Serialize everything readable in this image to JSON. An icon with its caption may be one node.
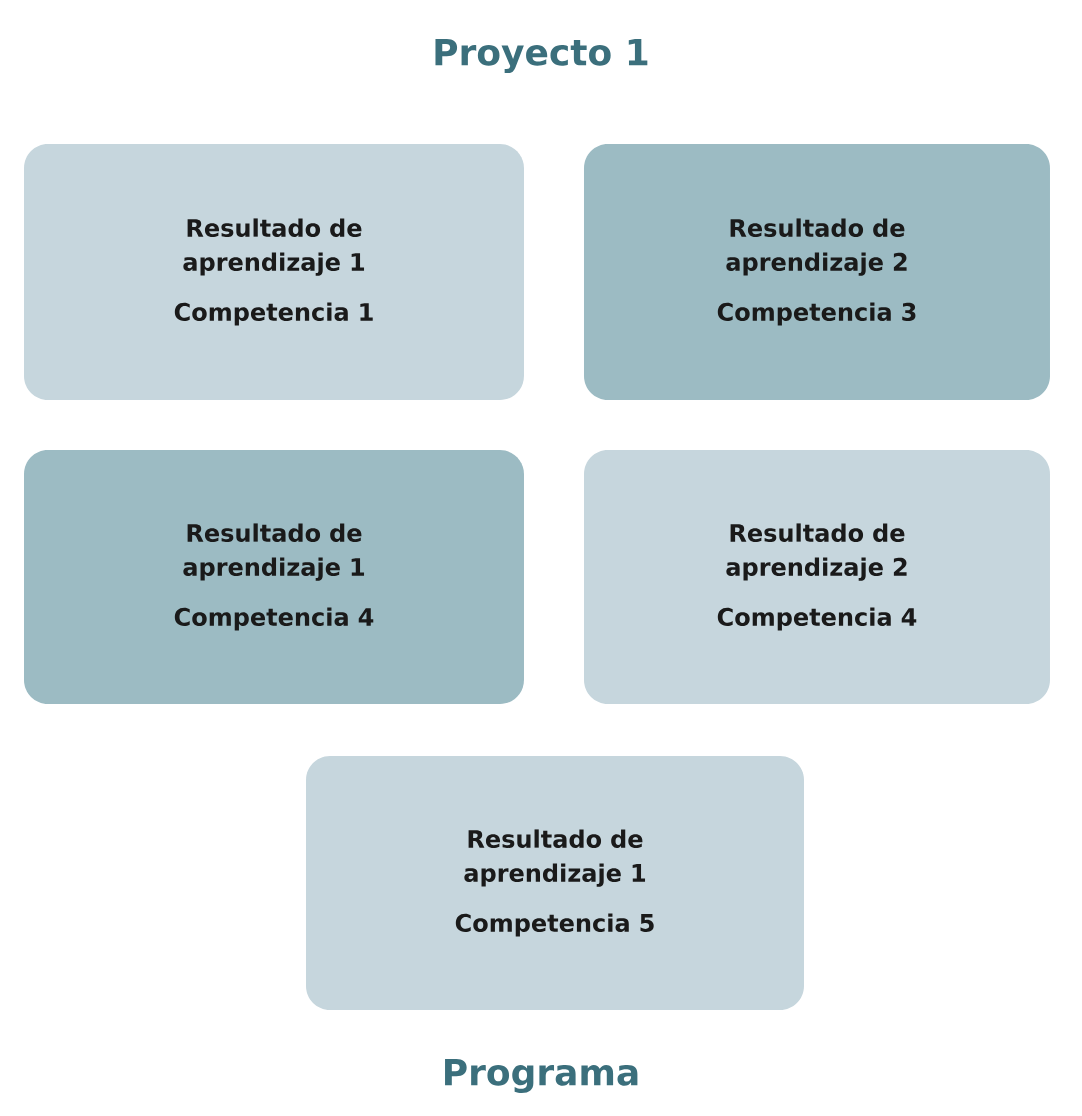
{
  "diagram": {
    "title": "Proyecto 1",
    "caption": "Programa",
    "nodes": [
      {
        "text": [
          "Resultado de aprendizaje 1",
          "Competencia 1"
        ]
      },
      {
        "text": [
          "Resultado de aprendizaje 2",
          "Competencia 3"
        ]
      },
      {
        "text": [
          "Resultado de aprendizaje 1",
          "Competencia 4"
        ]
      },
      {
        "text": [
          "Resultado de aprendizaje 2",
          "Competencia 4"
        ]
      },
      {
        "text": [
          "Resultado de aprendizaje 1",
          "Competencia 5"
        ]
      }
    ]
  }
}
